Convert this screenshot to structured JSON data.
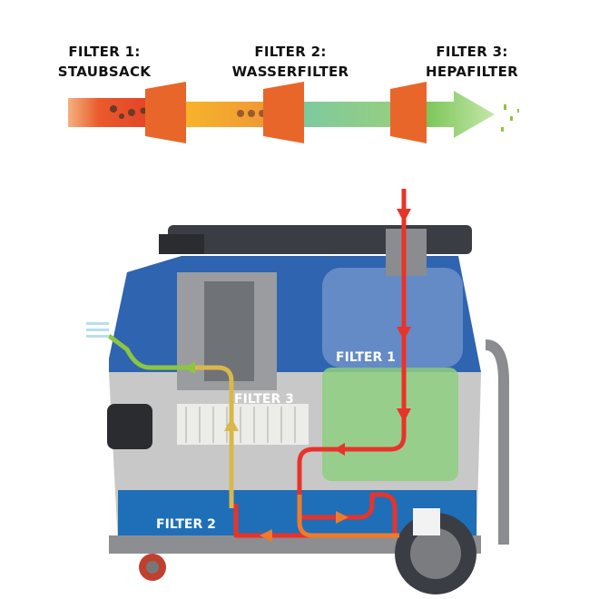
{
  "stages": [
    {
      "line1": "FILTER 1:",
      "line2": "STAUBSACK"
    },
    {
      "line1": "FILTER 2:",
      "line2": "WASSERFILTER"
    },
    {
      "line1": "FILTER 3:",
      "line2": "HEPAFILTER"
    }
  ],
  "vacuum_labels": {
    "filter1": "FILTER 1",
    "filter2": "FILTER 2",
    "filter3": "FILTER 3"
  },
  "colors": {
    "filter_cone": "#e8662a",
    "body_blue": "#2f64b0",
    "airflow_in": "#e8332a",
    "airflow_water": "#f07a2a",
    "airflow_hepa": "#d9b84a",
    "airflow_out": "#8cc63f",
    "water": "#1e6fb8"
  }
}
